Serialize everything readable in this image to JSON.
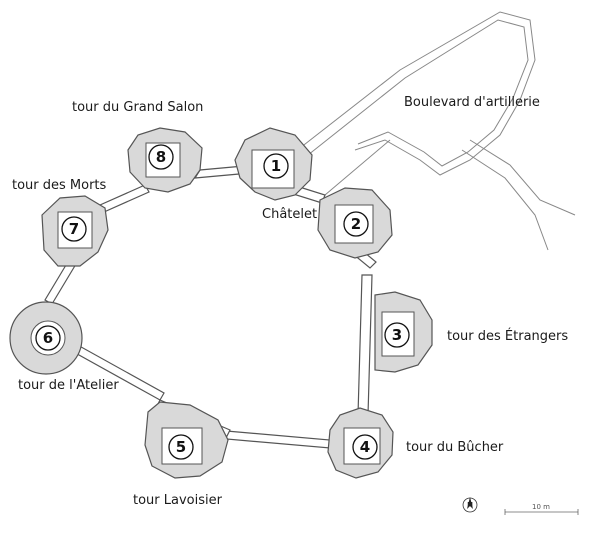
{
  "labels": {
    "boulevard": "Boulevard d'artillerie",
    "chatelet": "Châtelet",
    "tour_grand_salon": "tour du Grand Salon",
    "tour_morts": "tour des Morts",
    "tour_atelier": "tour de l'Atelier",
    "tour_lavoisier": "tour Lavoisier",
    "tour_bucher": "tour du Bûcher",
    "tour_etrangers": "tour des Étrangers"
  },
  "towers": [
    {
      "id": "1",
      "number": "1"
    },
    {
      "id": "2",
      "number": "2"
    },
    {
      "id": "3",
      "number": "3"
    },
    {
      "id": "4",
      "number": "4"
    },
    {
      "id": "5",
      "number": "5"
    },
    {
      "id": "6",
      "number": "6"
    },
    {
      "id": "7",
      "number": "7"
    },
    {
      "id": "8",
      "number": "8"
    }
  ],
  "north": {
    "letter": "N"
  },
  "scale": {
    "text": "10 m"
  },
  "colors": {
    "tower_fill": "#d9d9d9",
    "wall_stroke": "#555555",
    "outline": "#888888"
  }
}
